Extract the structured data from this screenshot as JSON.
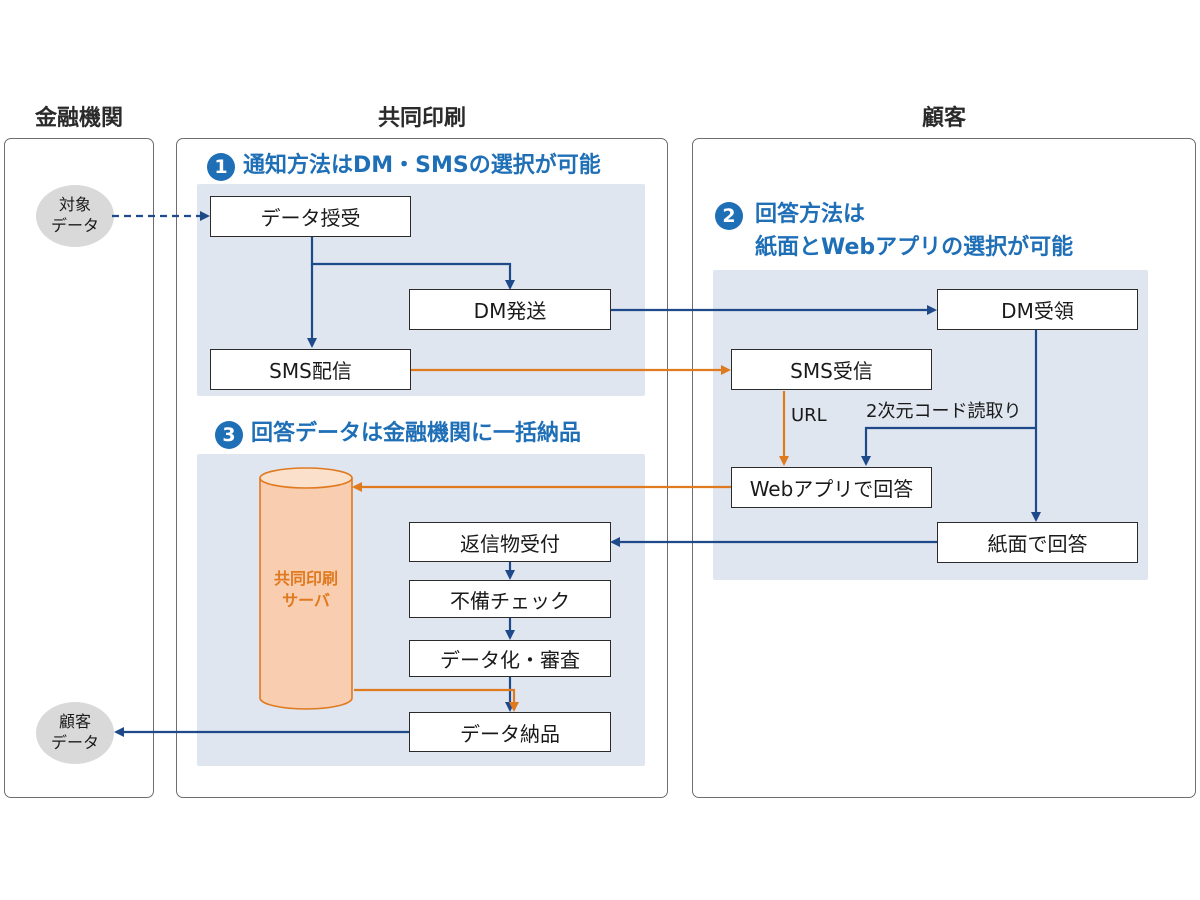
{
  "lanes": {
    "bank": "金融機関",
    "printer": "共同印刷",
    "customer": "顧客"
  },
  "sections": {
    "s1": {
      "num": "1",
      "title": "通知方法はDM・SMSの選択が可能"
    },
    "s2": {
      "num": "2",
      "title_line1": "回答方法は",
      "title_line2": "紙面とWebアプリの選択が可能"
    },
    "s3": {
      "num": "3",
      "title": "回答データは金融機関に一括納品"
    }
  },
  "bubbles": {
    "target_data": {
      "line1": "対象",
      "line2": "データ"
    },
    "customer_data": {
      "line1": "顧客",
      "line2": "データ"
    }
  },
  "nodes": {
    "data_receive": "データ授受",
    "dm_send": "DM発送",
    "sms_delivery": "SMS配信",
    "dm_receive": "DM受領",
    "sms_receive": "SMS受信",
    "web_answer": "Webアプリで回答",
    "paper_answer": "紙面で回答",
    "return_accept": "返信物受付",
    "defect_check": "不備チェック",
    "digitize_review": "データ化・審査",
    "data_delivery": "データ納品"
  },
  "edge_labels": {
    "url": "URL",
    "qr_read": "2次元コード読取り"
  },
  "server": {
    "line1": "共同印刷",
    "line2": "サーバ"
  },
  "colors": {
    "blue_arrow": "#1f4a8a",
    "orange_arrow": "#e07a1f",
    "accent": "#1f6fb7",
    "panel": "#dfe6f0",
    "server_fill": "#f8cdb0"
  }
}
